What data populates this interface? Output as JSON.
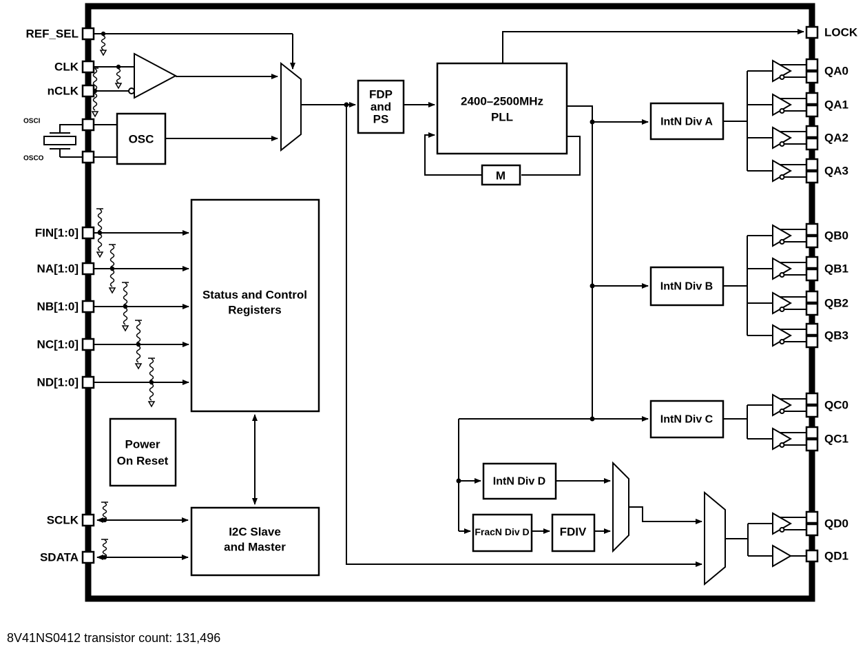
{
  "caption": "8V41NS0412 transistor count: 131,496",
  "colors": {
    "ink": "#000000",
    "background": "#ffffff"
  },
  "pins": {
    "ref_sel": "REF_SEL",
    "clk": "CLK",
    "nclk": "nCLK",
    "osci": "OSCI",
    "osco": "OSCO",
    "fin": "FIN[1:0]",
    "na": "NA[1:0]",
    "nb": "NB[1:0]",
    "nc": "NC[1:0]",
    "nd": "ND[1:0]",
    "sclk": "SCLK",
    "sdata": "SDATA",
    "lock": "LOCK",
    "qa0": "QA0",
    "qa1": "QA1",
    "qa2": "QA2",
    "qa3": "QA3",
    "qb0": "QB0",
    "qb1": "QB1",
    "qb2": "QB2",
    "qb3": "QB3",
    "qc0": "QC0",
    "qc1": "QC1",
    "qd0": "QD0",
    "qd1": "QD1"
  },
  "blocks": {
    "osc": "OSC",
    "fdp_line1": "FDP",
    "fdp_line2": "and",
    "fdp_line3": "PS",
    "pll_line1": "2400–2500MHz",
    "pll_line2": "PLL",
    "m": "M",
    "registers_line1": "Status and Control",
    "registers_line2": "Registers",
    "por_line1": "Power",
    "por_line2": "On Reset",
    "i2c_line1": "I2C Slave",
    "i2c_line2": "and Master",
    "div_a": "IntN Div A",
    "div_b": "IntN Div B",
    "div_c": "IntN Div C",
    "div_d": "IntN Div D",
    "fracn_div_d": "FracN Div D",
    "fdiv": "FDIV"
  }
}
